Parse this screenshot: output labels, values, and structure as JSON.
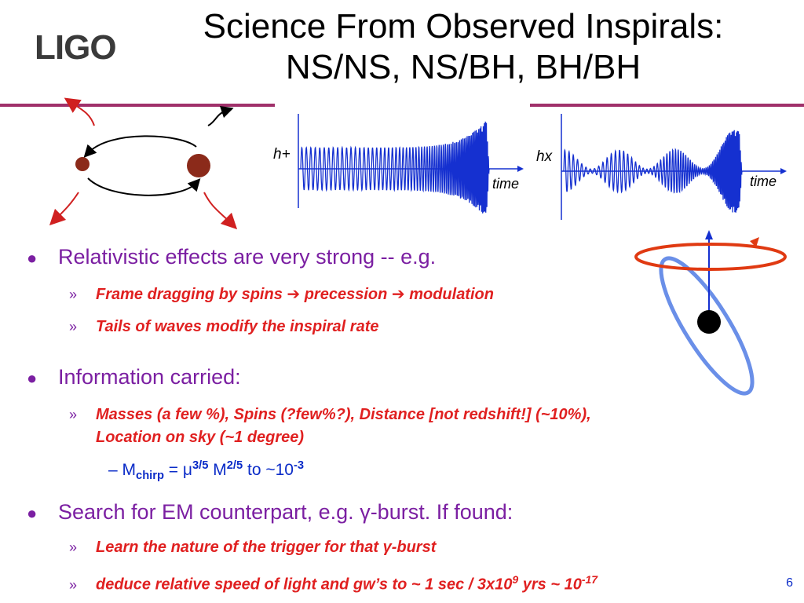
{
  "logo": "LIGO",
  "title": {
    "line1": "Science From Observed Inspirals:",
    "line2": "NS/NS, NS/BH, BH/BH"
  },
  "figures": {
    "hplus_label": "h+",
    "hcross_label": "hx",
    "time_label": "time"
  },
  "sections": [
    {
      "heading": "Relativistic effects are very strong -- e.g.",
      "items": [
        {
          "part1": "Frame dragging by spins ",
          "arrow1": "➔",
          "part2": " precession ",
          "arrow2": "➔",
          "part3": " modulation"
        },
        {
          "text": "Tails of waves modify the inspiral rate"
        }
      ]
    },
    {
      "heading": "Information carried:",
      "items": [
        {
          "line1": "Masses (a few %), Spins (?few%?), Distance [not redshift!] (~10%),",
          "line2": "Location on sky (~1 degree)"
        }
      ],
      "formula": {
        "dash": "–",
        "m": "M",
        "chirp": "chirp",
        "eq": " = ",
        "mu": "μ",
        "exp1": "3/5",
        "m2": " M",
        "exp2": "2/5",
        "to": "  to ~10",
        "exp3": "-3"
      }
    },
    {
      "heading_a": "Search for EM counterpart, e.g. ",
      "heading_gamma": "γ",
      "heading_b": "-burst.  If found:",
      "items": [
        {
          "a": "Learn the nature of the trigger for that ",
          "gamma": "γ",
          "b": "-burst"
        },
        {
          "a": "deduce relative speed of light and gw’s to ~ 1 sec / 3x10",
          "exp": "9",
          "b": " yrs ~ 10",
          "exp2": "-17"
        }
      ]
    }
  ],
  "sub_marker": "»",
  "bullet_marker": "●",
  "page_number": "6",
  "colors": {
    "title": "#000000",
    "bullet": "#7b1fa2",
    "sub": "#e02020",
    "formula": "#0b2cc8",
    "rule": "#a0306a",
    "wave": "#1530d0"
  }
}
